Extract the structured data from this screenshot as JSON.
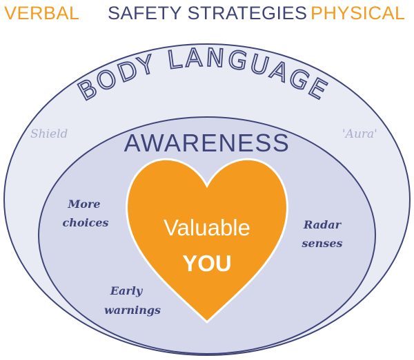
{
  "header": {
    "verbal": "VERBAL",
    "safety_strategies": "SAFETY STRATEGIES",
    "physical": "PHYSICAL"
  },
  "outer_ring": {
    "label": "BODY LANGUAGE",
    "left_note": "Shield",
    "right_note": "'Aura'"
  },
  "middle_ring": {
    "label": "AWARENESS",
    "more_choices_line1": "More",
    "more_choices_line2": "choices",
    "radar_line1": "Radar",
    "radar_line2": "senses",
    "early_line1": "Early",
    "early_line2": "warnings"
  },
  "heart": {
    "line1": "Valuable",
    "line2": "YOU"
  },
  "colors": {
    "orange": "#F49A1E",
    "navy": "#3E4478",
    "outer_fill": "#E8EAF4",
    "middle_fill": "#D5D8EA",
    "note_grey": "#A9AECB"
  }
}
